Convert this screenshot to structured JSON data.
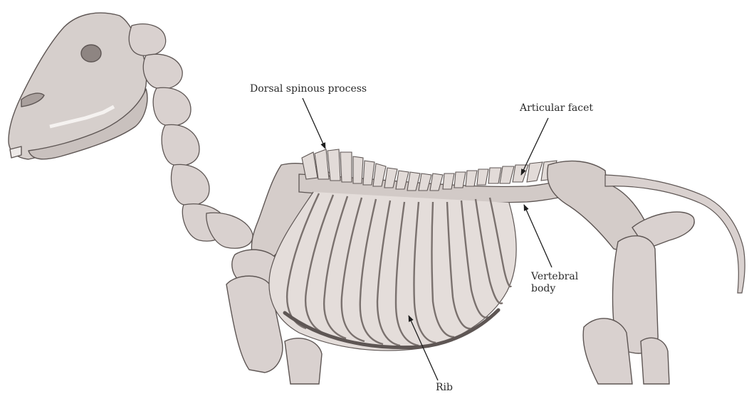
{
  "diagram": {
    "labels": {
      "dorsal_spinous_process": "Dorsal spinous process",
      "articular_facet": "Articular facet",
      "vertebral_body_line1": "Vertebral",
      "vertebral_body_line2": "body",
      "rib": "Rib"
    }
  },
  "colors": {
    "bone_fill": "#d9d1cf",
    "bone_light": "#e6dfdc",
    "bone_dark": "#b9aeab",
    "bone_outline": "#5e5654",
    "label_text": "#2a2a2a",
    "leader_line": "#1e1e1e",
    "background": "#ffffff"
  }
}
